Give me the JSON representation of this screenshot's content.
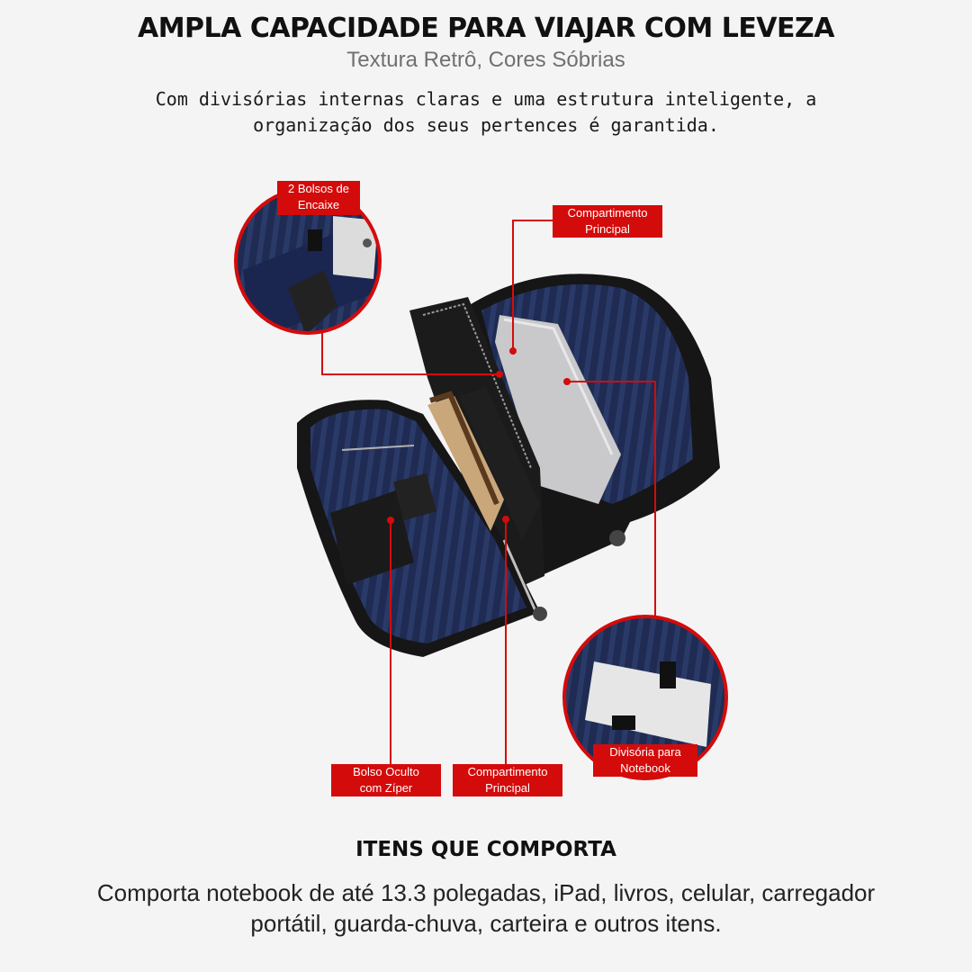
{
  "header": {
    "title": "AMPLA CAPACIDADE PARA VIAJAR COM LEVEZA",
    "subtitle": "Textura Retrô, Cores Sóbrias",
    "description": "Com divisórias internas claras e uma estrutura inteligente, a organização dos seus pertences é garantida."
  },
  "callouts": {
    "bolsos_encaixe": [
      "2 Bolsos de",
      "Encaixe"
    ],
    "compartimento_top": [
      "Compartimento",
      "Principal"
    ],
    "bolso_oculto": [
      "Bolso Oculto",
      "com Zíper"
    ],
    "compartimento_bottom": [
      "Compartimento",
      "Principal"
    ],
    "divisoria": [
      "Divisória para",
      "Notebook"
    ]
  },
  "footer": {
    "title": "ITENS QUE COMPORTA",
    "text": "Comporta notebook de até 13.3 polegadas, iPad, livros, celular, carregador portátil, guarda-chuva, carteira e outros itens."
  },
  "colors": {
    "accent": "#d40b0b",
    "lining": "#1f2b52",
    "bag": "#141414",
    "background": "#f4f4f4"
  }
}
